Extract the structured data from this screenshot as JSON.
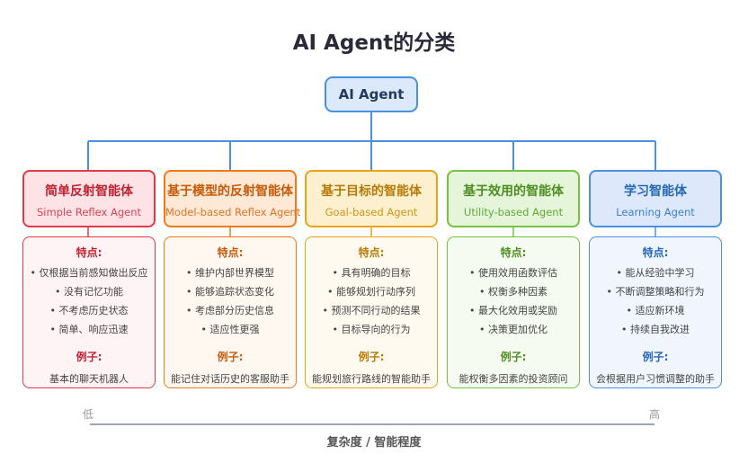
{
  "title": "AI Agent的分类",
  "root": "AI Agent",
  "categories": [
    {
      "name": "简单反射智能体",
      "name_en": "Simple Reflex Agent",
      "color": "#e53946",
      "bg": "#fde3e5",
      "panel_bg": "#fff4f5",
      "features_title": "特点:",
      "features": [
        "仅根据当前感知做出反应",
        "没有记忆功能",
        "不考虑历史状态",
        "简单、响应迅速"
      ],
      "example_title": "例子:",
      "example": "基本的聊天机器人"
    },
    {
      "name": "基于模型的反射智能体",
      "name_en": "Model-based Reflex Agent",
      "color": "#f07a1a",
      "bg": "#fde9d6",
      "panel_bg": "#fff8f1",
      "features_title": "特点:",
      "features": [
        "维护内部世界模型",
        "能够追踪状态变化",
        "考虑部分历史信息",
        "适应性更强"
      ],
      "example_title": "例子:",
      "example": "能记住对话历史的客服助手"
    },
    {
      "name": "基于目标的智能体",
      "name_en": "Goal-based Agent",
      "color": "#e8a317",
      "bg": "#fdf0cf",
      "panel_bg": "#fffaf0",
      "features_title": "特点:",
      "features": [
        "具有明确的目标",
        "能够规划行动序列",
        "预测不同行动的结果",
        "目标导向的行为"
      ],
      "example_title": "例子:",
      "example": "能规划旅行路线的智能助手"
    },
    {
      "name": "基于效用的智能体",
      "name_en": "Utility-based Agent",
      "color": "#74c23d",
      "bg": "#e4f5d9",
      "panel_bg": "#f5fbf0",
      "features_title": "特点:",
      "features": [
        "使用效用函数评估",
        "权衡多种因素",
        "最大化效用或奖励",
        "决策更加优化"
      ],
      "example_title": "例子:",
      "example": "能权衡多因素的投资顾问"
    },
    {
      "name": "学习智能体",
      "name_en": "Learning Agent",
      "color": "#4a90e2",
      "bg": "#dde9fb",
      "panel_bg": "#f1f6fe",
      "features_title": "特点:",
      "features": [
        "能从经验中学习",
        "不断调整策略和行为",
        "适应新环境",
        "持续自我改进"
      ],
      "example_title": "例子:",
      "example": "会根据用户习惯调整的助手"
    }
  ],
  "axis": {
    "low": "低",
    "high": "高",
    "label": "复杂度 / 智能程度"
  },
  "colors": {
    "root_border": "#4a90e2",
    "root_bg": "#dbe9fb",
    "connector": "#4a90e2",
    "axis": "#9aa7b4"
  }
}
